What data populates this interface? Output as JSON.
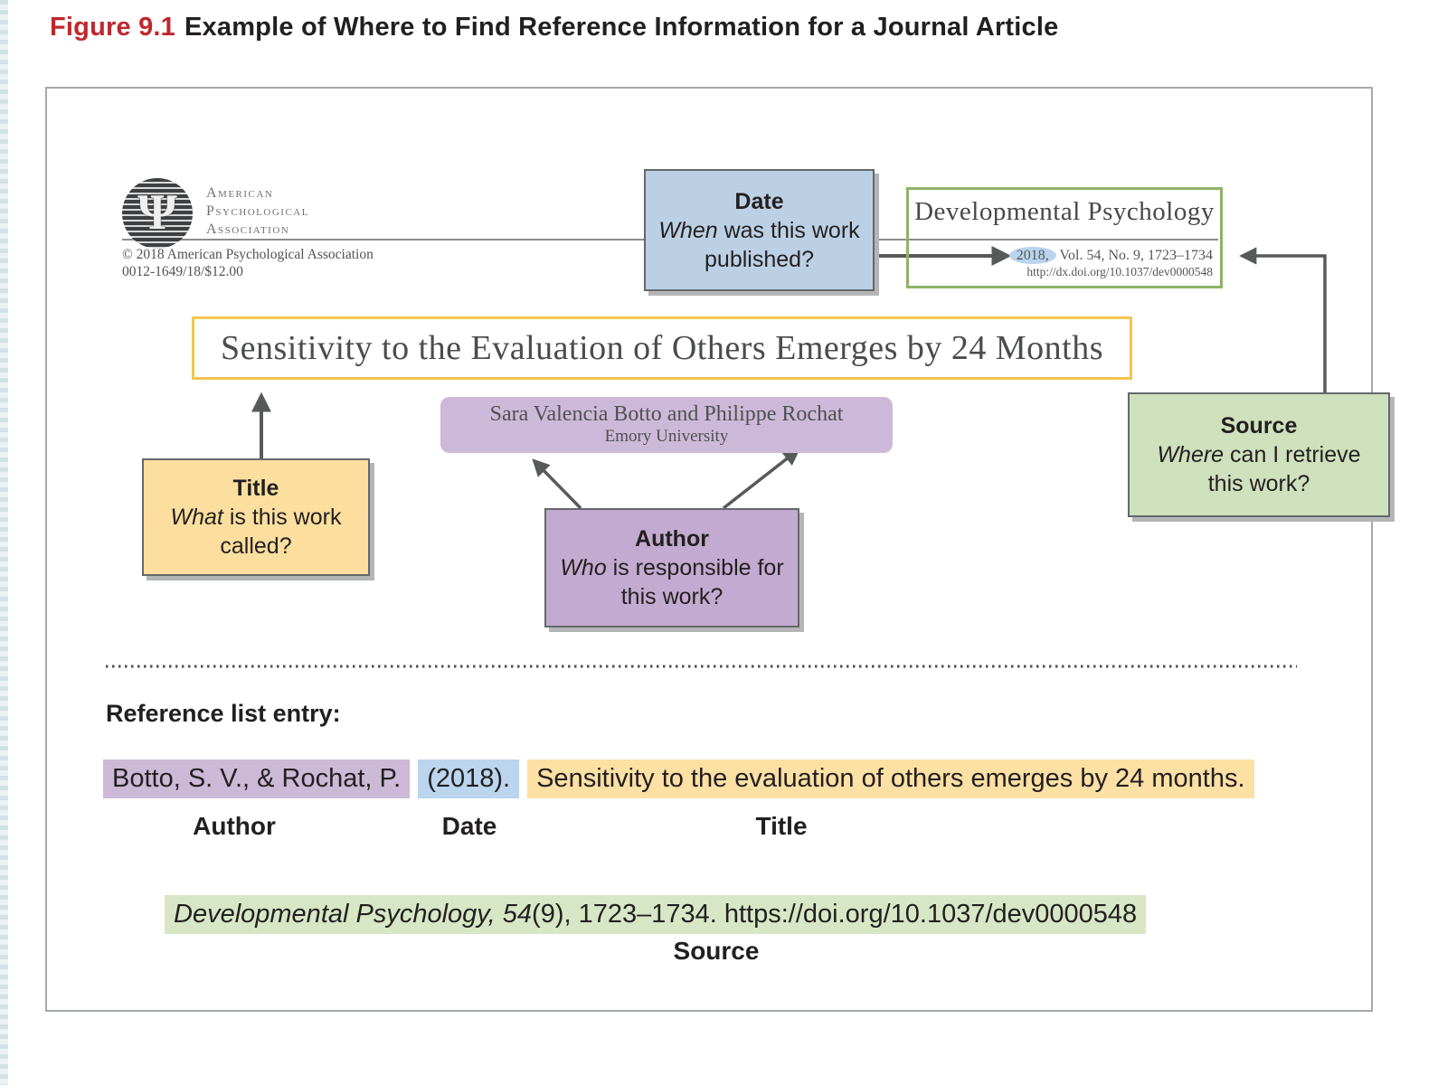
{
  "figure": {
    "number": "Figure 9.1",
    "title": "Example of Where to Find Reference Information for a Journal Article"
  },
  "journal_page": {
    "logo_glyph": "Ψ",
    "logo_org": [
      "American",
      "Psychological",
      "Association"
    ],
    "copyright_line1": "© 2018 American Psychological Association",
    "copyright_line2": "0012-1649/18/$12.00",
    "journal_name": "Developmental Psychology",
    "issue_year": "2018,",
    "issue_info": " Vol. 54, No. 9, 1723–1734",
    "issue_doi": "http://dx.doi.org/10.1037/dev0000548",
    "article_title": "Sensitivity to the Evaluation of Others Emerges by 24 Months",
    "authors": "Sara Valencia Botto and Philippe Rochat",
    "affiliation": "Emory University"
  },
  "callouts": {
    "date": {
      "label": "Date",
      "question_lead": "When",
      "question_rest": " was this work published?"
    },
    "title": {
      "label": "Title",
      "question_lead": "What",
      "question_rest": " is this work called?"
    },
    "author": {
      "label": "Author",
      "question_lead": "Who",
      "question_rest": " is responsible for this work?"
    },
    "source": {
      "label": "Source",
      "question_lead": "Where",
      "question_rest": " can I retrieve this work?"
    }
  },
  "reference": {
    "heading": "Reference list entry:",
    "author_segment": "Botto, S. V., & Rochat, P.",
    "date_segment": "(2018).",
    "title_segment": "Sensitivity to the evaluation of others emerges by 24 months.",
    "author_label": "Author",
    "date_label": "Date",
    "title_label": "Title",
    "source_segment_italic": "Developmental Psychology, 54",
    "source_segment_rest": "(9), 1723–1734. https://doi.org/10.1037/dev0000548",
    "source_label": "Source"
  },
  "colors": {
    "figure_number_red": "#c0272d",
    "date_box_blue": "#bcd0e5",
    "title_box_yellow": "#fcdf9e",
    "author_box_purple": "#c3aad0",
    "source_box_green": "#cfe0bc",
    "author_highlight_purple": "#ccb8d7",
    "date_highlight_blue": "#bad5ed",
    "title_highlight_yellow": "#fce0a4",
    "source_highlight_green": "#d7e7c5",
    "journal_box_border_green": "#8db368",
    "article_title_border_yellow": "#f3c64f",
    "connector_gray": "#58595b"
  }
}
